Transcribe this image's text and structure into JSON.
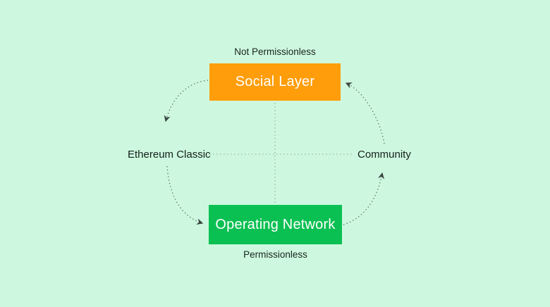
{
  "diagram": {
    "title_implicit": "",
    "background_color": "#CDF8DF",
    "nodes": {
      "social_layer": {
        "label": "Social Layer",
        "color": "#FF9D0A",
        "text_color": "#FFFFFF",
        "caption_above": "Not Permissionless"
      },
      "operating_network": {
        "label": "Operating Network",
        "color": "#0BC052",
        "text_color": "#FFFFFF",
        "caption_below": "Permissionless"
      }
    },
    "side_labels": {
      "left": "Ethereum Classic",
      "right": "Community"
    },
    "connector_colors": {
      "crosshair_dotted": "#A3B8A8",
      "cycle_arrows": "#5E6F64",
      "arrowhead": "#3C4842"
    },
    "cycle": [
      "Social Layer -> Ethereum Classic",
      "Ethereum Classic -> Operating Network",
      "Operating Network -> Community",
      "Community -> Social Layer"
    ]
  }
}
